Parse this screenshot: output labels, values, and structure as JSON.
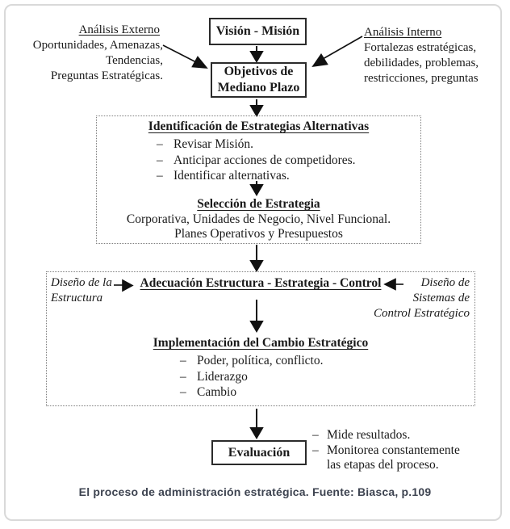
{
  "top": {
    "vision_box": "Visión - Misión",
    "objectives_box": [
      "Objetivos de",
      "Mediano Plazo"
    ],
    "external": {
      "title": "Análisis Externo",
      "lines": [
        "Oportunidades, Amenazas,",
        "Tendencias,",
        "Preguntas Estratégicas."
      ]
    },
    "internal": {
      "title": "Análisis Interno",
      "lines": [
        "Fortalezas estratégicas,",
        "debilidades, problemas,",
        "restricciones, preguntas"
      ]
    }
  },
  "stage1": {
    "title": "Identificación de Estrategias Alternativas",
    "items": [
      "Revisar Misión.",
      "Anticipar acciones de competidores.",
      "Identificar alternativas."
    ],
    "subtitle": "Selección de Estrategia",
    "subtitle_lines": [
      "Corporativa, Unidades de Negocio, Nivel Funcional.",
      "Planes Operativos y Presupuestos"
    ]
  },
  "stage2": {
    "left_label": [
      "Diseño de la",
      "Estructura"
    ],
    "title": "Adecuación Estructura - Estrategia - Control",
    "right_label": [
      "Diseño de",
      "Sistemas de",
      "Control Estratégico"
    ],
    "subtitle": "Implementación del Cambio Estratégico",
    "items": [
      "Poder, política, conflicto.",
      "Liderazgo",
      "Cambio"
    ]
  },
  "evaluation": {
    "box": "Evaluación",
    "notes": [
      {
        "bullet": "–",
        "text": "Mide resultados."
      },
      {
        "bullet": "–",
        "text": "Monitorea constantemente"
      },
      {
        "bullet": "",
        "text": "las etapas del proceso."
      }
    ]
  },
  "bullet_char": "–",
  "caption": "El proceso de administración estratégica. Fuente: Biasca, p.109",
  "colors": {
    "background": "#ffffff",
    "text": "#1a1a1a",
    "box_border": "#2b2b2b",
    "dashed_border": "#7e7e7e",
    "card_border": "#d9d9d9",
    "caption_text": "#3d4350",
    "arrow": "#111111"
  }
}
